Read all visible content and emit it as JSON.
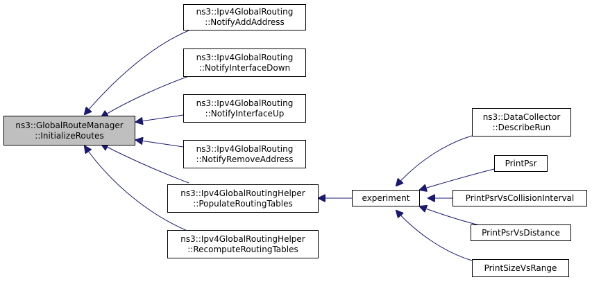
{
  "colors": {
    "edge": "#191970",
    "node_border": "#000000",
    "root_fill": "#bfbfbf",
    "node_fill": "#ffffff"
  },
  "nodes": {
    "root": {
      "line1": "ns3::GlobalRouteManager",
      "line2": "::InitializeRoutes"
    },
    "notify_add_address": {
      "line1": "ns3::Ipv4GlobalRouting",
      "line2": "::NotifyAddAddress"
    },
    "notify_interface_down": {
      "line1": "ns3::Ipv4GlobalRouting",
      "line2": "::NotifyInterfaceDown"
    },
    "notify_interface_up": {
      "line1": "ns3::Ipv4GlobalRouting",
      "line2": "::NotifyInterfaceUp"
    },
    "notify_remove_address": {
      "line1": "ns3::Ipv4GlobalRouting",
      "line2": "::NotifyRemoveAddress"
    },
    "populate_routing_tables": {
      "line1": "ns3::Ipv4GlobalRoutingHelper",
      "line2": "::PopulateRoutingTables"
    },
    "recompute_routing_tables": {
      "line1": "ns3::Ipv4GlobalRoutingHelper",
      "line2": "::RecomputeRoutingTables"
    },
    "experiment": {
      "line1": "experiment"
    },
    "describe_run": {
      "line1": "ns3::DataCollector",
      "line2": "::DescribeRun"
    },
    "print_psr": {
      "line1": "PrintPsr"
    },
    "print_psr_vs_collision_interval": {
      "line1": "PrintPsrVsCollisionInterval"
    },
    "print_psr_vs_distance": {
      "line1": "PrintPsrVsDistance"
    },
    "print_size_vs_range": {
      "line1": "PrintSizeVsRange"
    }
  }
}
